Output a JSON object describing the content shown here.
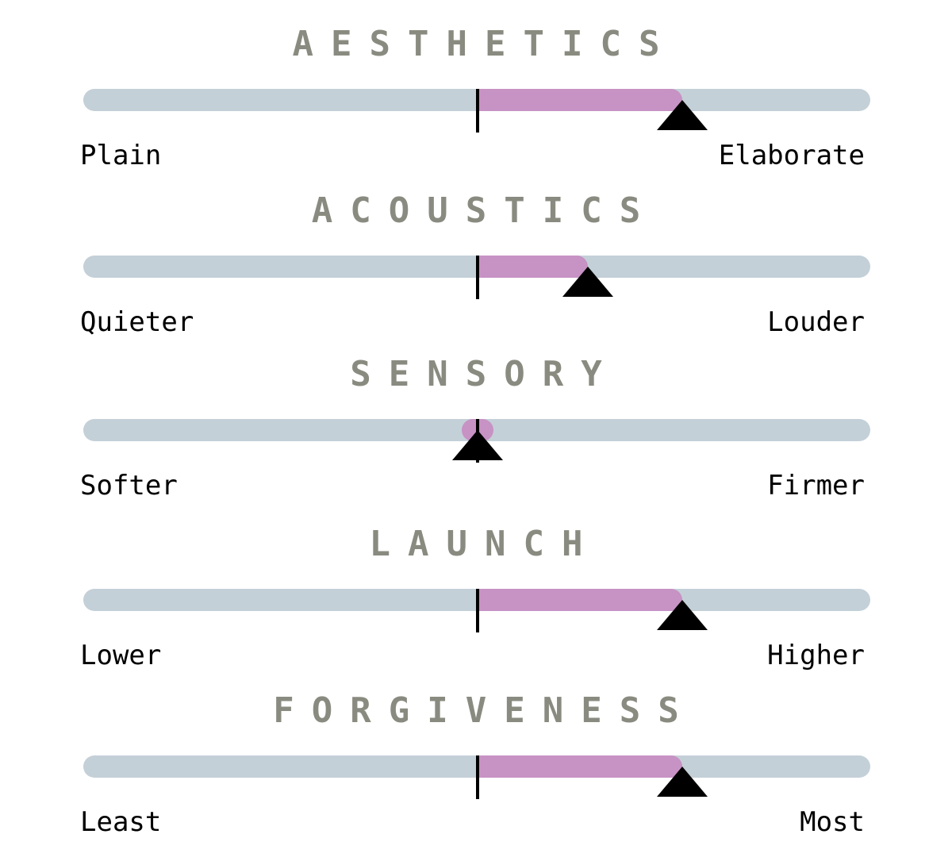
{
  "colors": {
    "title": "#8a8b80",
    "track": "#c4d0d8",
    "fill": "#c792c4",
    "marker": "#000000"
  },
  "scales": [
    {
      "title": "AESTHETICS",
      "left_label": "Plain",
      "right_label": "Elaborate",
      "value": 0.26
    },
    {
      "title": "ACOUSTICS",
      "left_label": "Quieter",
      "right_label": "Louder",
      "value": 0.14
    },
    {
      "title": "SENSORY",
      "left_label": "Softer",
      "right_label": "Firmer",
      "value": 0.0
    },
    {
      "title": "LAUNCH",
      "left_label": "Lower",
      "right_label": "Higher",
      "value": 0.26
    },
    {
      "title": "FORGIVENESS",
      "left_label": "Least",
      "right_label": "Most",
      "value": 0.26
    }
  ]
}
